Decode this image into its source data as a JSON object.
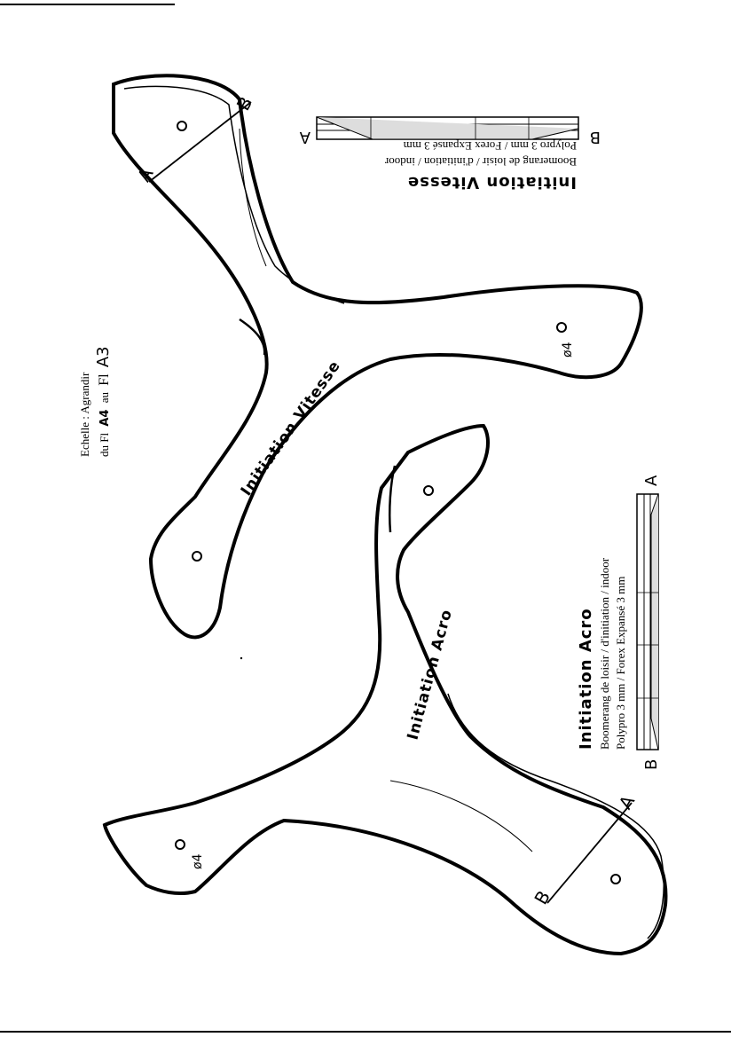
{
  "scale_note": {
    "line1": "Echelle : Agrandir",
    "line2_prefix": "du Fl",
    "from_format": "A4",
    "line2_middle": "au",
    "to_word": "Fl",
    "to_format": "A3"
  },
  "boomerang_vitesse": {
    "name": "Initiation Vitesse",
    "card_title": "Initiation Vitesse",
    "card_line1": "Boomerang de loisir / d'initiation / indoor",
    "card_line2": "Polypro 3 mm / Forex Expansé 3 mm",
    "section_a": "A",
    "section_b": "B",
    "hole_label": "ø4"
  },
  "boomerang_acro": {
    "name": "Initiation Acro",
    "card_title": "Initiation Acro",
    "card_line1": "Boomerang de loisir / d'initiation / indoor",
    "card_line2": "Polypro 3 mm / Forex Expansé 3 mm",
    "section_a": "A",
    "section_b": "B",
    "hole_label": "ø4"
  }
}
